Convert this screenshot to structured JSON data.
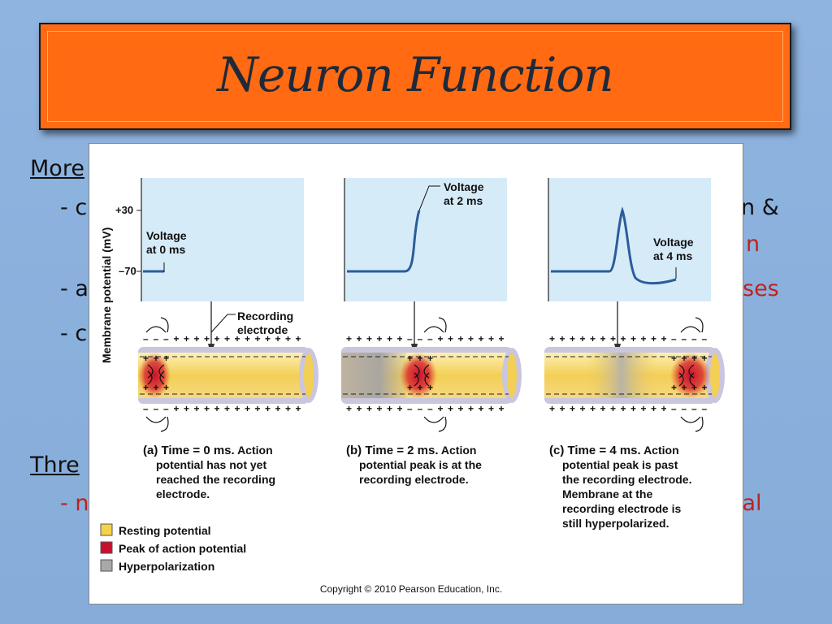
{
  "slide": {
    "title": "Neuron Function",
    "background_fragments": {
      "l1": "More",
      "l2a": "- c",
      "l2b": "n &",
      "l3": "n",
      "l4a": "- a",
      "l4b": "ses",
      "l5": "- c",
      "l6": "Thre",
      "l7a": "- n",
      "l7b": "ial"
    }
  },
  "figure": {
    "y_axis_label": "Membrane potential (mV)",
    "tick_plus30": "+30",
    "tick_minus70": "–70",
    "panels": [
      {
        "graph_label_1": "Voltage",
        "graph_label_2": "at 0 ms",
        "caption": [
          {
            "bold": "(a) Time = 0 ms.",
            "text": " Action"
          },
          {
            "bold": "",
            "text": "potential has not yet"
          },
          {
            "bold": "",
            "text": "reached the recording"
          },
          {
            "bold": "",
            "text": "electrode."
          }
        ]
      },
      {
        "graph_label_1": "Voltage",
        "graph_label_2": "at 2 ms",
        "caption": [
          {
            "bold": "(b) Time = 2 ms.",
            "text": " Action"
          },
          {
            "bold": "",
            "text": "potential peak is at the"
          },
          {
            "bold": "",
            "text": "recording electrode."
          }
        ]
      },
      {
        "graph_label_1": "Voltage",
        "graph_label_2": "at 4 ms",
        "caption": [
          {
            "bold": "(c) Time = 4 ms.",
            "text": " Action"
          },
          {
            "bold": "",
            "text": "potential peak is past"
          },
          {
            "bold": "",
            "text": "the recording electrode."
          },
          {
            "bold": "",
            "text": "Membrane at the"
          },
          {
            "bold": "",
            "text": "recording electrode is"
          },
          {
            "bold": "",
            "text": "still hyperpolarized."
          }
        ]
      }
    ],
    "electrode_label_1": "Recording",
    "electrode_label_2": "electrode",
    "charge_plus": "+",
    "charge_minus": "–",
    "legend": [
      {
        "label": "Resting potential",
        "color": "#f6d24a"
      },
      {
        "label": "Peak of action potential",
        "color": "#c8102e"
      },
      {
        "label": "Hyperpolarization",
        "color": "#a8a8a8"
      }
    ],
    "copyright": "Copyright © 2010 Pearson Education, Inc."
  },
  "colors": {
    "slide_bg": "#8fb4e0",
    "title_bar": "#ff6a12",
    "graph_bg": "#d6ebf8",
    "trace": "#2a5d9b",
    "axon_fill": "#f6d24a",
    "axon_membrane": "#b9b9d6"
  }
}
